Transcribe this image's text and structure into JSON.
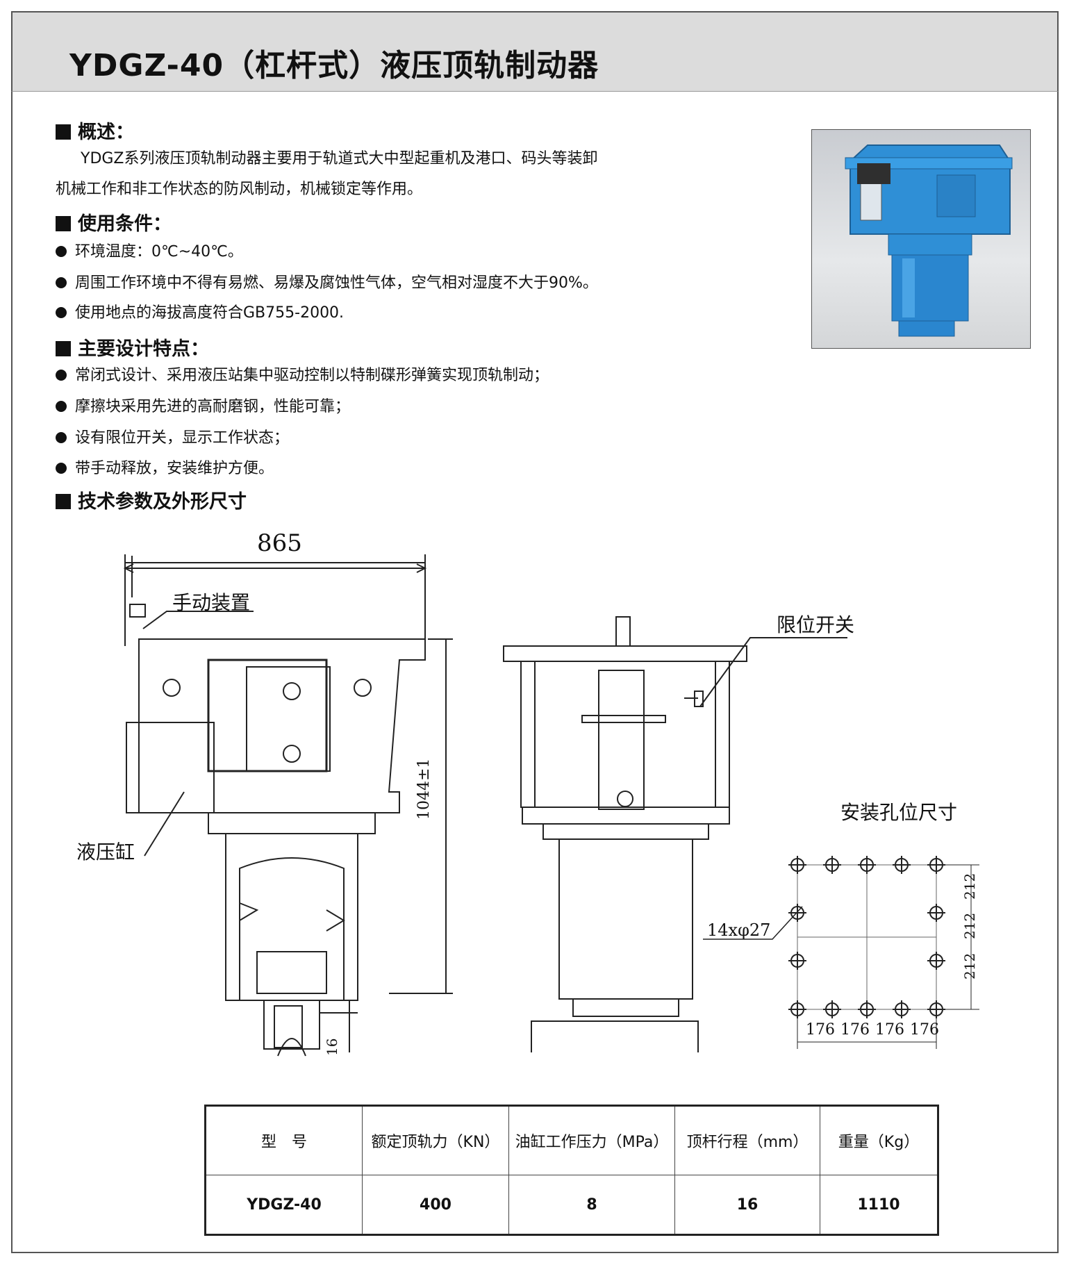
{
  "title": "YDGZ-40（杠杆式）液压顶轨制动器",
  "sections": {
    "overview": {
      "heading": "概述：",
      "line1": "YDGZ系列液压顶轨制动器主要用于轨道式大中型起重机及港口、码头等装卸",
      "line2": "机械工作和非工作状态的防风制动，机械锁定等作用。"
    },
    "conditions": {
      "heading": "使用条件：",
      "items": [
        "环境温度：0℃~40℃。",
        "周围工作环境中不得有易燃、易爆及腐蚀性气体，空气相对湿度不大于90%。",
        "使用地点的海拔高度符合GB755-2000."
      ]
    },
    "features": {
      "heading": "主要设计特点：",
      "items": [
        "常闭式设计、采用液压站集中驱动控制以特制碟形弹簧实现顶轨制动；",
        "摩擦块采用先进的高耐磨钢，性能可靠；",
        "设有限位开关，显示工作状态；",
        "带手动释放，安装维护方便。"
      ]
    },
    "params": {
      "heading": "技术参数及外形尺寸"
    }
  },
  "drawing": {
    "dim_width": "865",
    "dim_height": "1044±1",
    "dim_stroke": "16",
    "label_manual": "手动装置",
    "label_cylinder": "液压缸",
    "label_limit": "限位开关",
    "label_holes_title": "安装孔位尺寸",
    "label_holes": "14xφ27",
    "dim_212": [
      "212",
      "212",
      "212"
    ],
    "dim_176": [
      "176",
      "176",
      "176",
      "176"
    ]
  },
  "table": {
    "headers": [
      "型　号",
      "额定顶轨力（KN）",
      "油缸工作压力（MPa）",
      "顶杆行程（mm）",
      "重量（Kg）"
    ],
    "row": [
      "YDGZ-40",
      "400",
      "8",
      "16",
      "1110"
    ]
  },
  "colors": {
    "product_blue": "#2f8fd6",
    "title_bar": "#dcdcdc"
  }
}
